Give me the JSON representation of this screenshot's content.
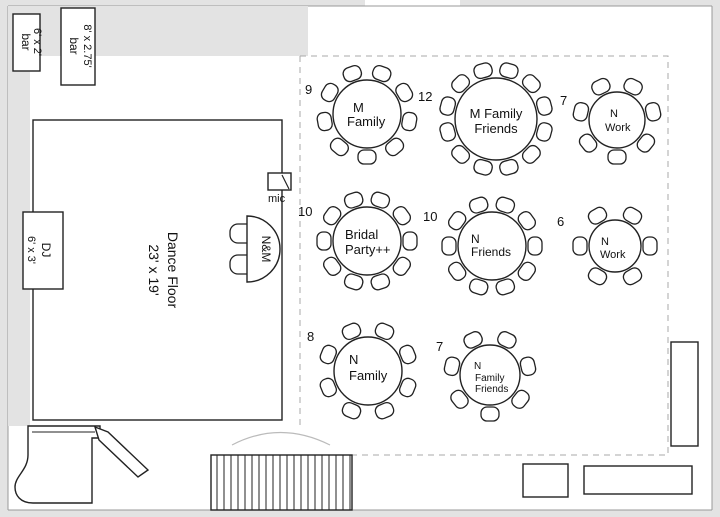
{
  "bars": [
    {
      "name": "bar",
      "size": "6' x 2'"
    },
    {
      "name": "bar",
      "size": "8' x 2.75'"
    }
  ],
  "dj": {
    "name": "DJ",
    "size": "6' x 3'"
  },
  "dance_floor": {
    "label": "Dance Floor",
    "size": "23' x 19'"
  },
  "mic": "mic",
  "head_table": "N&M",
  "tables": [
    {
      "count": "9",
      "label": [
        "M",
        "Family"
      ],
      "seats": 9
    },
    {
      "count": "12",
      "label": [
        "M Family",
        "Friends"
      ],
      "seats": 12
    },
    {
      "count": "7",
      "label": [
        "N",
        "Work"
      ],
      "seats": 7
    },
    {
      "count": "10",
      "label": [
        "Bridal",
        "Party++"
      ],
      "seats": 10
    },
    {
      "count": "10",
      "label": [
        "N",
        "Friends"
      ],
      "seats": 10
    },
    {
      "count": "6",
      "label": [
        "N",
        "Work"
      ],
      "seats": 6
    },
    {
      "count": "8",
      "label": [
        "N",
        "Family"
      ],
      "seats": 8
    },
    {
      "count": "7",
      "label": [
        "N",
        "Family",
        "Friends"
      ],
      "seats": 7
    }
  ]
}
